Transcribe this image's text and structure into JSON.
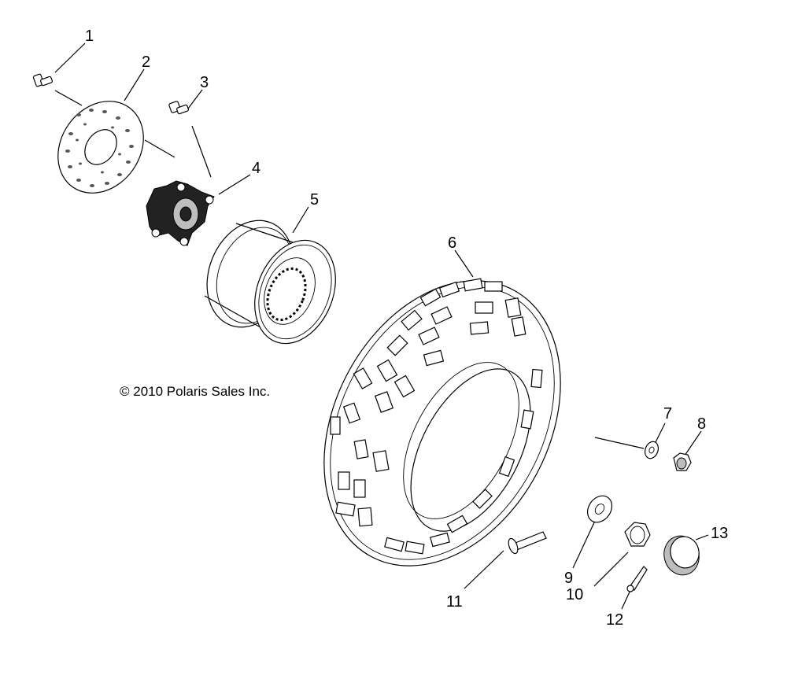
{
  "copyright": "© 2010 Polaris Sales Inc.",
  "callouts": [
    "1",
    "2",
    "3",
    "4",
    "5",
    "6",
    "7",
    "8",
    "9",
    "10",
    "11",
    "12",
    "13"
  ]
}
